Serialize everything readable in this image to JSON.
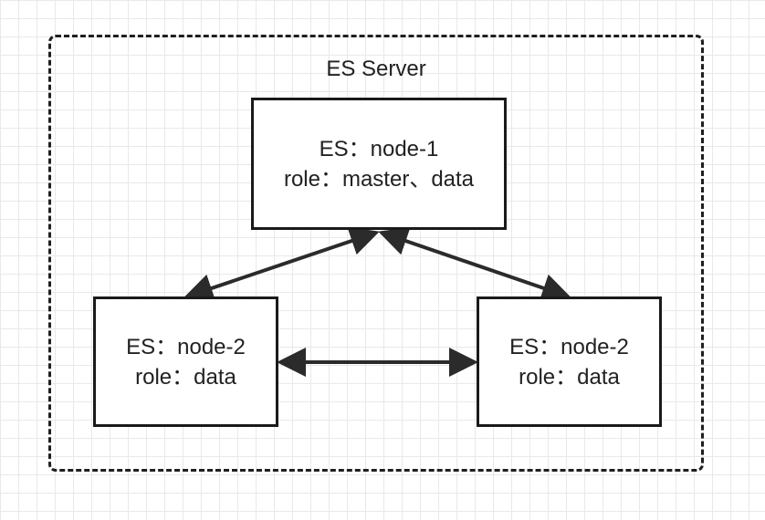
{
  "group": {
    "title": "ES Server"
  },
  "nodes": [
    {
      "name": "ES：node-1",
      "role": "role：master、data"
    },
    {
      "name": "ES：node-2",
      "role": "role：data"
    },
    {
      "name": "ES：node-2",
      "role": "role：data"
    }
  ],
  "colors": {
    "stroke": "#1a1a1a",
    "grid": "#e9e9e9",
    "text": "#222222"
  },
  "edges": [
    {
      "from": "node-1",
      "to": "node-2-left",
      "direction": "bidirectional"
    },
    {
      "from": "node-1",
      "to": "node-2-right",
      "direction": "bidirectional"
    },
    {
      "from": "node-2-left",
      "to": "node-2-right",
      "direction": "bidirectional"
    }
  ]
}
